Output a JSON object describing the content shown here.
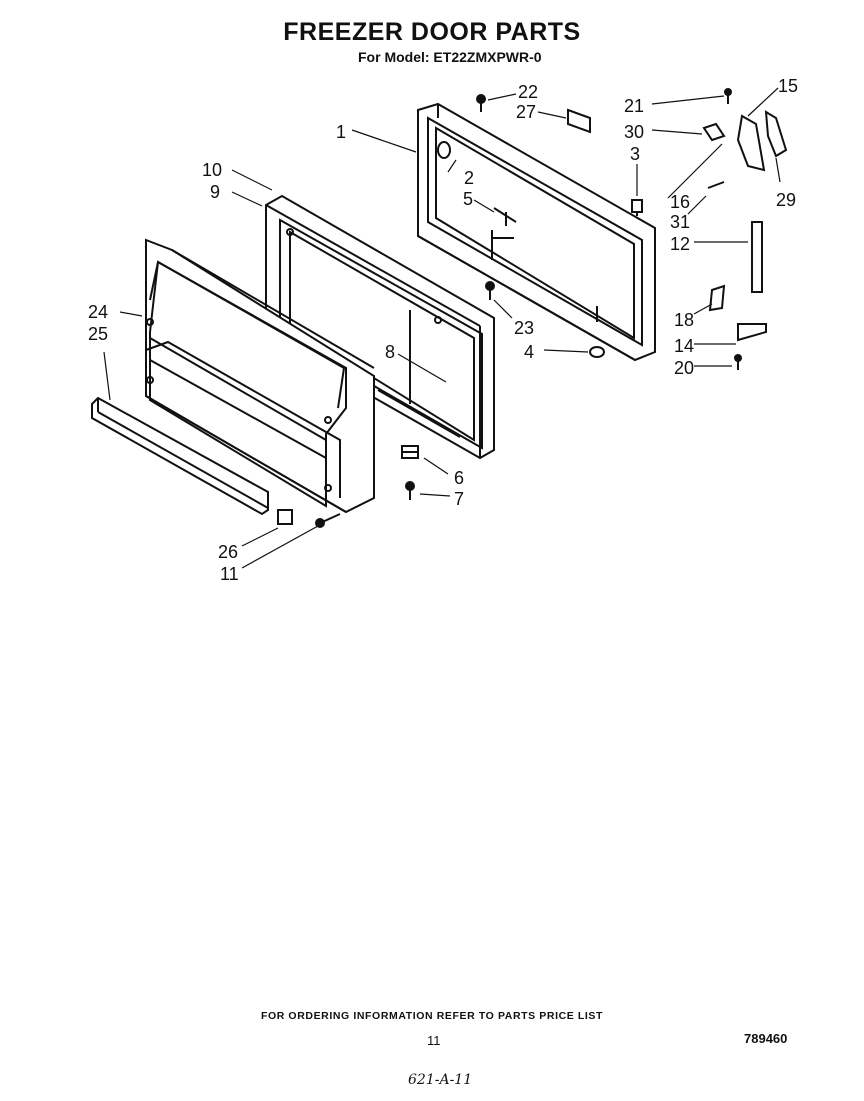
{
  "header": {
    "title": "FREEZER DOOR PARTS",
    "model_line": "For Model: ET22ZMXPWR-0"
  },
  "callouts": {
    "c1": "1",
    "c2": "2",
    "c3": "3",
    "c4": "4",
    "c5": "5",
    "c6": "6",
    "c7": "7",
    "c8": "8",
    "c9": "9",
    "c10": "10",
    "c11": "11",
    "c12": "12",
    "c14": "14",
    "c15": "15",
    "c16": "16",
    "c18": "18",
    "c20": "20",
    "c21": "21",
    "c22": "22",
    "c23": "23",
    "c24": "24",
    "c25": "25",
    "c26": "26",
    "c27": "27",
    "c29": "29",
    "c30": "30",
    "c31": "31"
  },
  "footer": {
    "ordering_note": "FOR ORDERING INFORMATION REFER TO PARTS PRICE LIST",
    "page_number": "11",
    "document_number": "789460",
    "handwritten_code": "621-A-11"
  }
}
